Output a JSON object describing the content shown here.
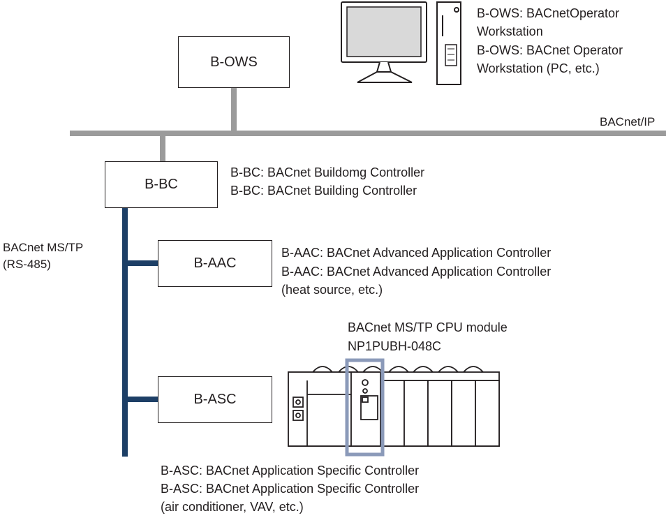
{
  "nodes": {
    "bows": {
      "label": "B-OWS"
    },
    "bbc": {
      "label": "B-BC"
    },
    "baac": {
      "label": "B-AAC"
    },
    "basc": {
      "label": "B-ASC"
    }
  },
  "captions": {
    "bows_line1": "B-OWS: BACnetOperator",
    "bows_line2": "Workstation",
    "bows_line3": "B-OWS: BACnet Operator",
    "bows_line4": "Workstation (PC, etc.)",
    "bbc_line1": "B-BC: BACnet Buildomg Controller",
    "bbc_line2": "B-BC: BACnet Building Controller",
    "baac_line1": "B-AAC: BACnet Advanced Application Controller",
    "baac_line2": "B-AAC: BACnet Advanced Application Controller",
    "baac_line3": "(heat source, etc.)",
    "basc_line1": "B-ASC: BACnet Application Specific Controller",
    "basc_line2": "B-ASC: BACnet Application Specific Controller",
    "basc_line3": "(air conditioner, VAV, etc.)",
    "cpu_line1": "BACnet MS/TP CPU module",
    "cpu_line2": "NP1PUBH-048C"
  },
  "networks": {
    "ip_label": "BACnet/IP",
    "mstp_line1": "BACnet MS/TP",
    "mstp_line2": "(RS-485)"
  },
  "colors": {
    "ip_bus": "#9b9b9b",
    "mstp_bus": "#1d3f66",
    "highlight": "#8b9ab9",
    "outline": "#231f20"
  },
  "icons": {
    "workstation": "pc-monitor-tower-icon",
    "plc": "plc-rack-icon"
  }
}
